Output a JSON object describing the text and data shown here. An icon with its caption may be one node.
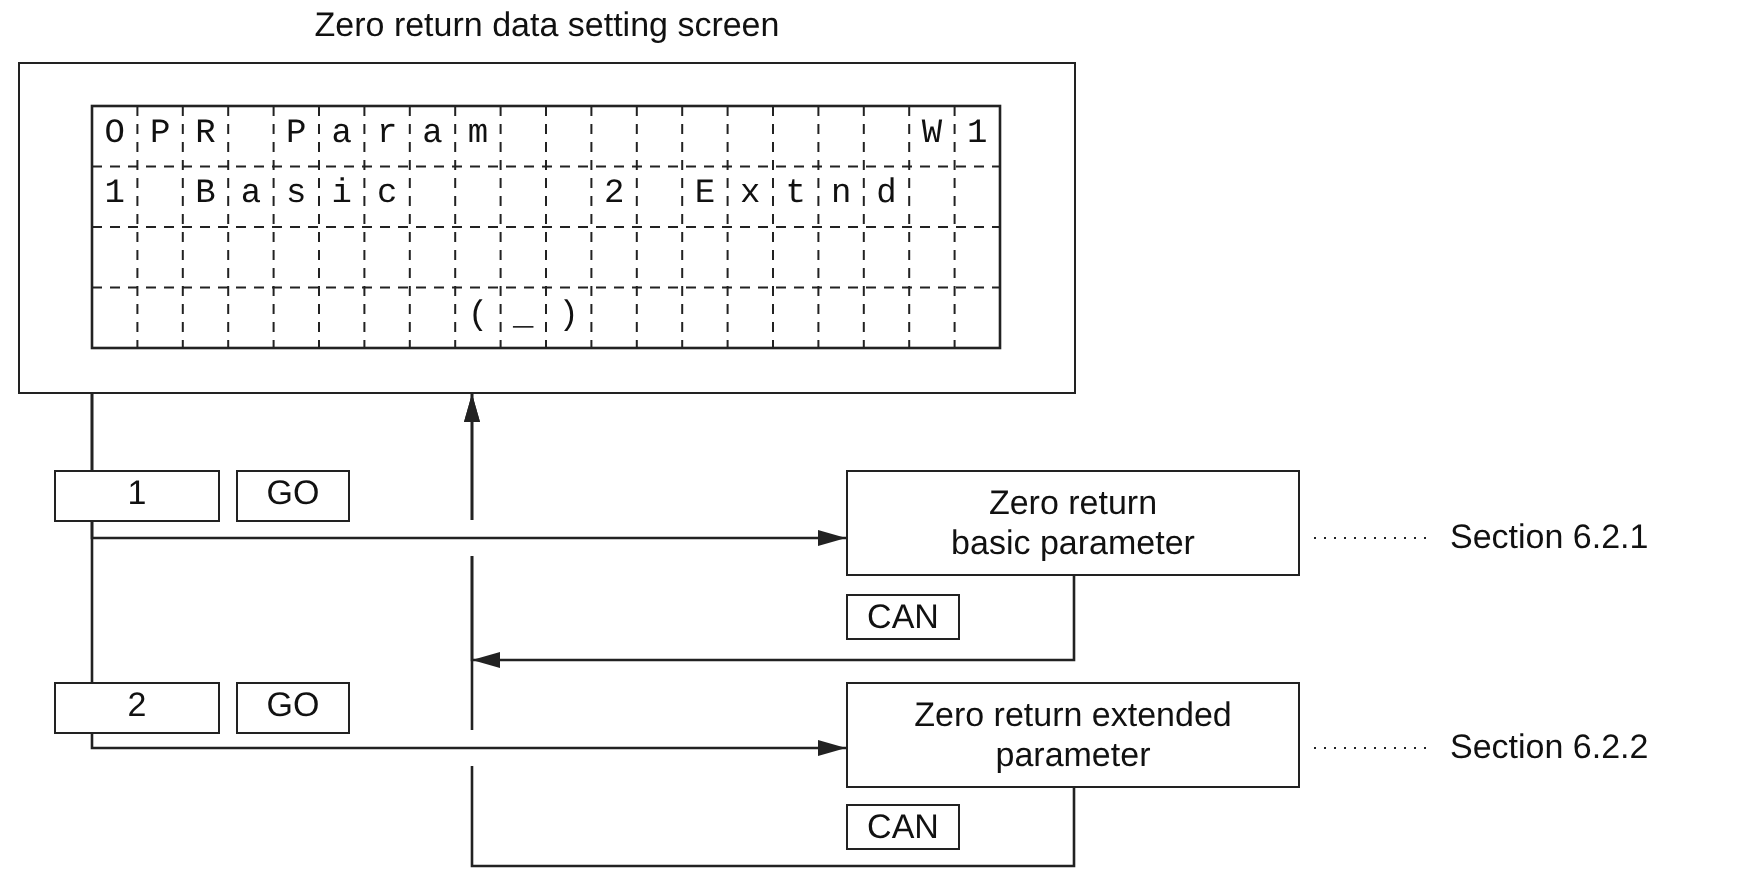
{
  "diagram": {
    "nodes": [
      {
        "text": [
          "Zero return data setting screen"
        ]
      },
      {
        "text": [
          "Zero return basic parameter"
        ]
      },
      {
        "text": [
          "Zero return extended parameter"
        ]
      },
      {
        "text": [
          "Section 6.2.1"
        ]
      },
      {
        "text": [
          "Section 6.2.2"
        ]
      }
    ],
    "edges": [
      {
        "from": 1,
        "to": 0,
        "arrow": "to"
      },
      {
        "from": 2,
        "to": 0,
        "arrow": "to"
      },
      {
        "from": 0,
        "to": 1,
        "arrow": "to"
      },
      {
        "from": 0,
        "to": 2,
        "arrow": "to"
      },
      {
        "from": 1,
        "to": 3,
        "arrow": "none",
        "style": "dashed"
      },
      {
        "from": 2,
        "to": 4,
        "arrow": "none",
        "style": "dashed"
      }
    ],
    "labels": [
      "OPR Param",
      "W1",
      "1 Basic",
      "2 Extnd",
      "(_)",
      "1",
      "GO",
      "CAN",
      "2",
      "GO",
      "CAN"
    ]
  }
}
